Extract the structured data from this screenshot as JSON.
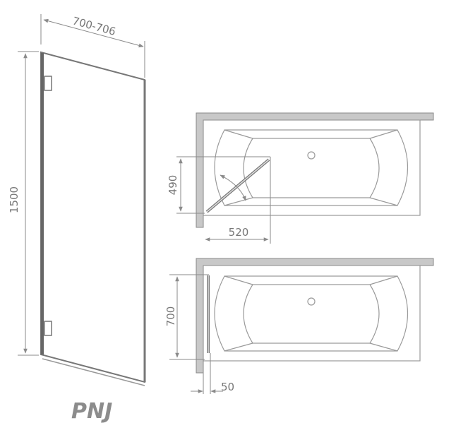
{
  "diagram": {
    "model_label": "PNJ",
    "panel": {
      "width_label": "700-706",
      "height_label": "1500"
    },
    "top_view_open": {
      "depth_label": "490",
      "width_label": "520"
    },
    "top_view_closed": {
      "length_label": "700",
      "offset_label": "50"
    }
  },
  "colors": {
    "lines": "#8a8a8a",
    "wall": "#c8c8c8",
    "text": "#777777"
  }
}
